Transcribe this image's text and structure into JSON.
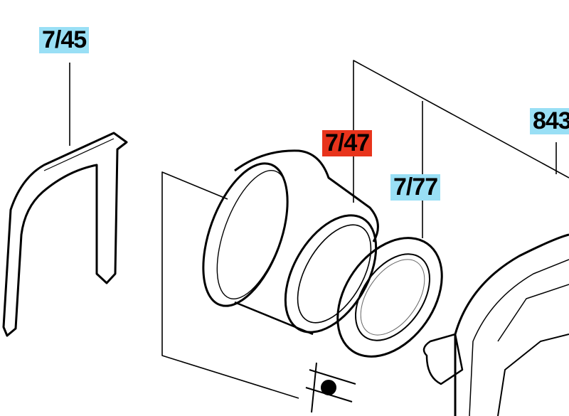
{
  "labels": [
    {
      "id": "7/45",
      "text": "7/45",
      "color": "#99dff5"
    },
    {
      "id": "7/47",
      "text": "7/47",
      "color": "#e8341c"
    },
    {
      "id": "7/77",
      "text": "7/77",
      "color": "#99dff5"
    },
    {
      "id": "843",
      "text": "843",
      "color": "#99dff5"
    }
  ]
}
